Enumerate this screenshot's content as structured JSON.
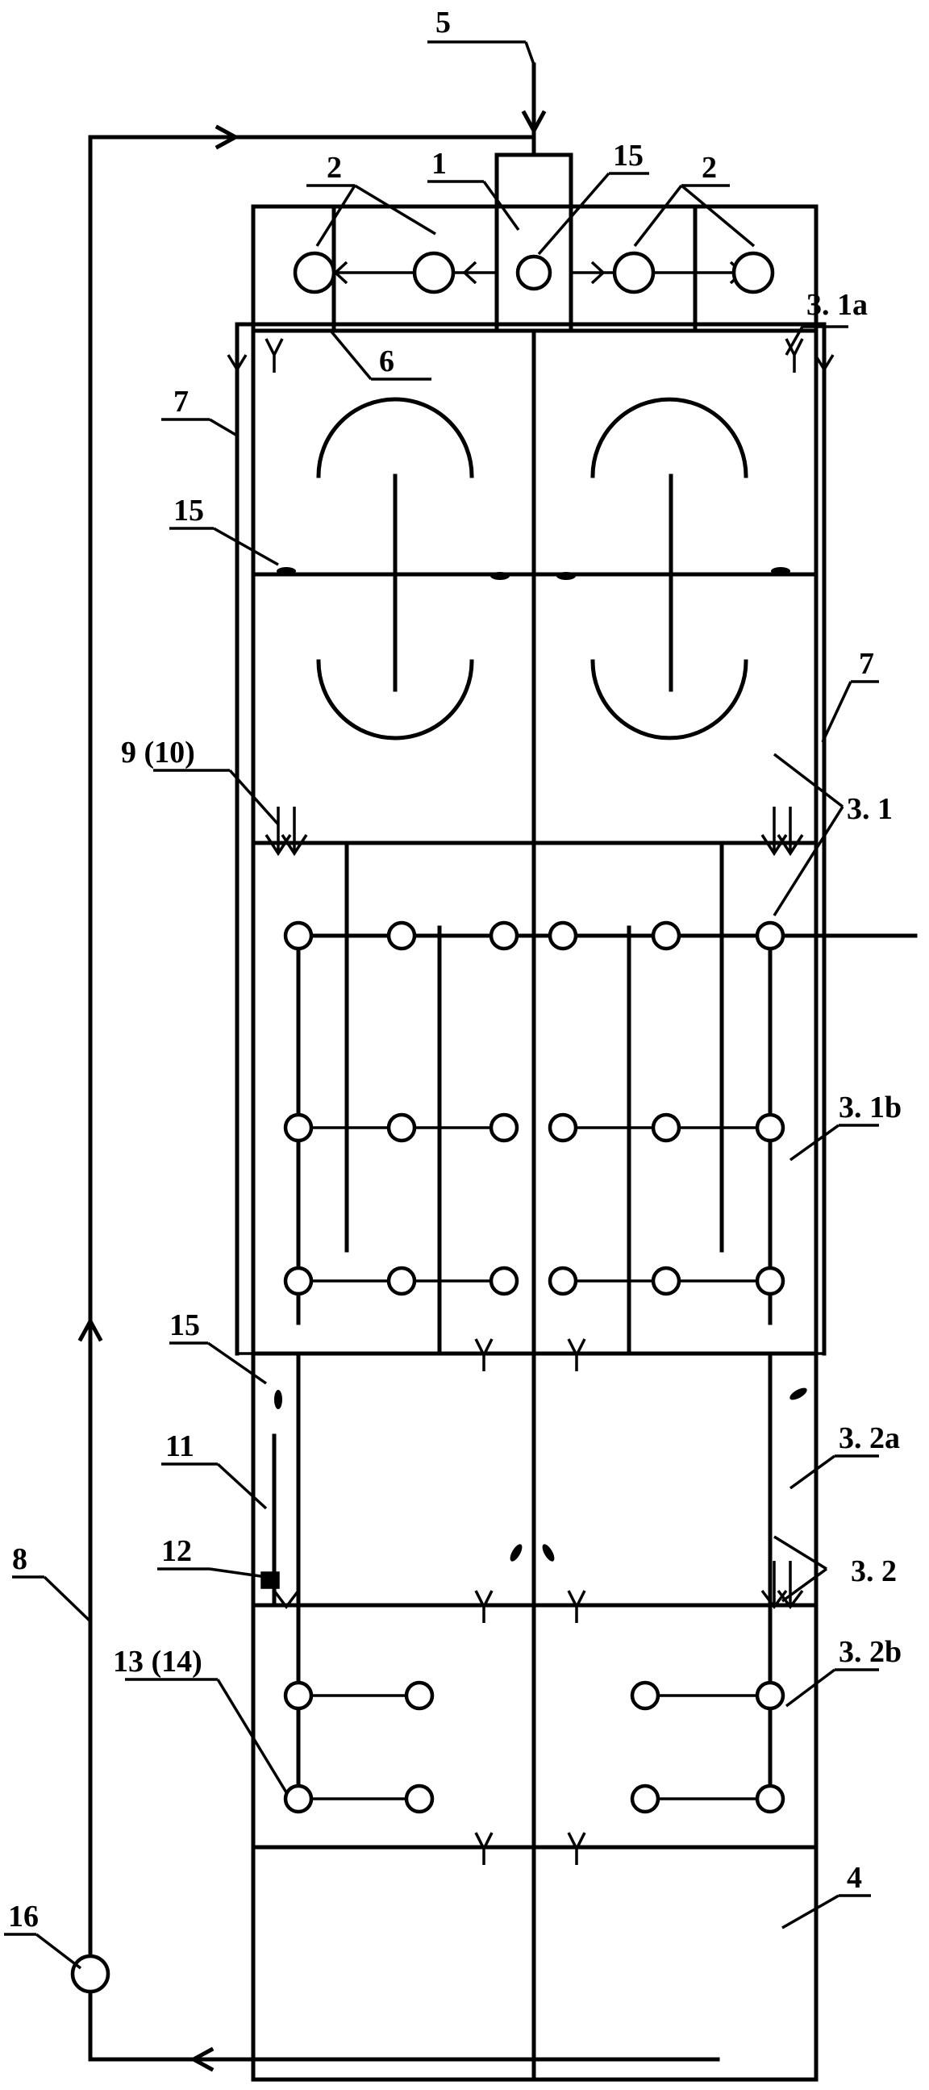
{
  "labels": {
    "l1": "1",
    "l2a": "2",
    "l2b": "2",
    "l3_1a": "3. 1a",
    "l3_1": "3. 1",
    "l3_1b": "3. 1b",
    "l3_2a": "3. 2a",
    "l3_2": "3. 2",
    "l3_2b": "3. 2b",
    "l4": "4",
    "l5": "5",
    "l6": "6",
    "l7a": "7",
    "l7b": "7",
    "l8": "8",
    "l9_10": "9 (10)",
    "l11": "11",
    "l12": "12",
    "l13_14": "13 (14)",
    "l15a": "15",
    "l15b": "15",
    "l15c": "15",
    "l16": "16"
  }
}
